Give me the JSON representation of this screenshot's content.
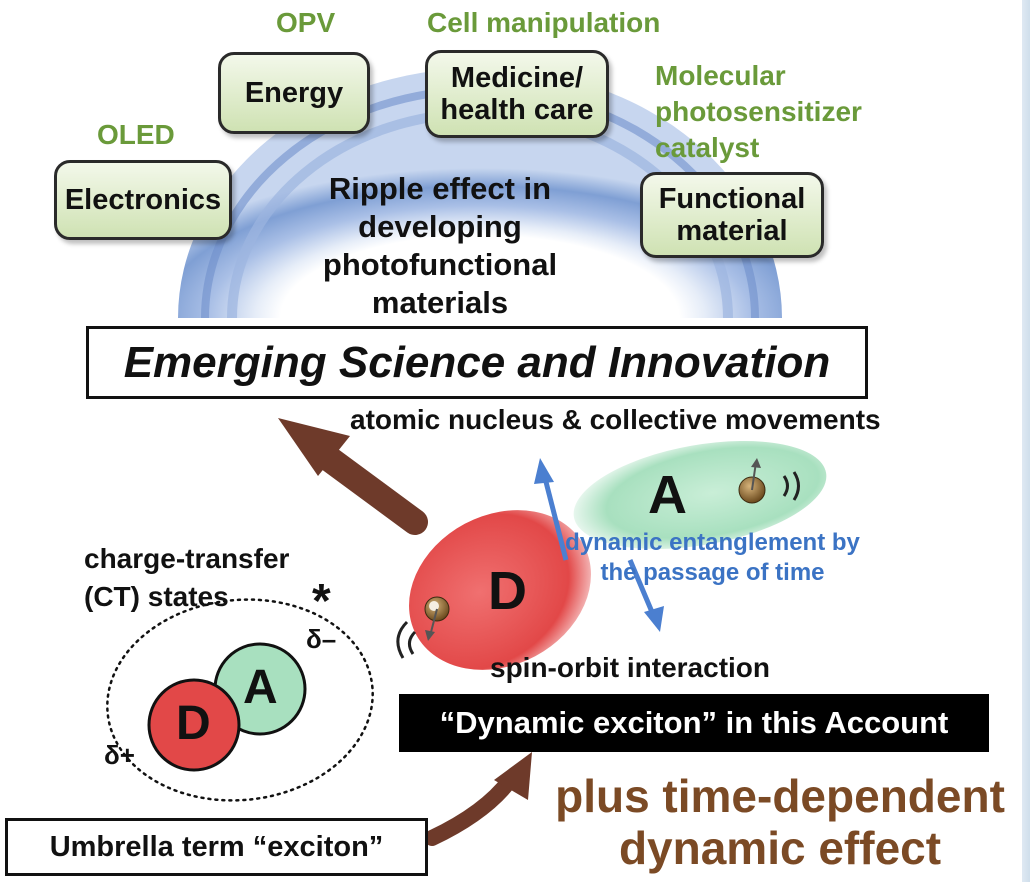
{
  "applications": {
    "oled_label": "OLED",
    "opv_label": "OPV",
    "cell_label": "Cell manipulation",
    "molecular_label": "Molecular\nphotosensitizer\ncatalyst",
    "electronics": "Electronics",
    "energy": "Energy",
    "medicine": "Medicine/\nhealth care",
    "functional": "Functional\nmaterial"
  },
  "ripple_text": "Ripple effect in\ndeveloping\nphotofunctional\nmaterials",
  "emerging_title": "Emerging Science and Innovation",
  "dynamic_exciton": {
    "nucleus_label": "atomic nucleus & collective movements",
    "entanglement_label": "dynamic entanglement by\nthe passage of time",
    "spin_orbit_label": "spin-orbit interaction",
    "donor_letter": "D",
    "acceptor_letter": "A",
    "box_label": "“Dynamic exciton” in this Account"
  },
  "ct_state": {
    "label": "charge-transfer\n(CT) states",
    "asterisk": "*",
    "delta_minus": "δ–",
    "delta_plus": "δ+",
    "donor_letter": "D",
    "acceptor_letter": "A"
  },
  "umbrella_label": "Umbrella term “exciton”",
  "plus_text": "plus time-dependent\ndynamic effect",
  "colors": {
    "green_text": "#6a9a3a",
    "ripple_blue": "#7f9fd4",
    "arrow_brown": "#6e3a2a",
    "donor_red": "#e24848",
    "acceptor_green": "#a8e0bf",
    "blue_text": "#3b73c4",
    "plus_brown": "#7b4a25"
  }
}
